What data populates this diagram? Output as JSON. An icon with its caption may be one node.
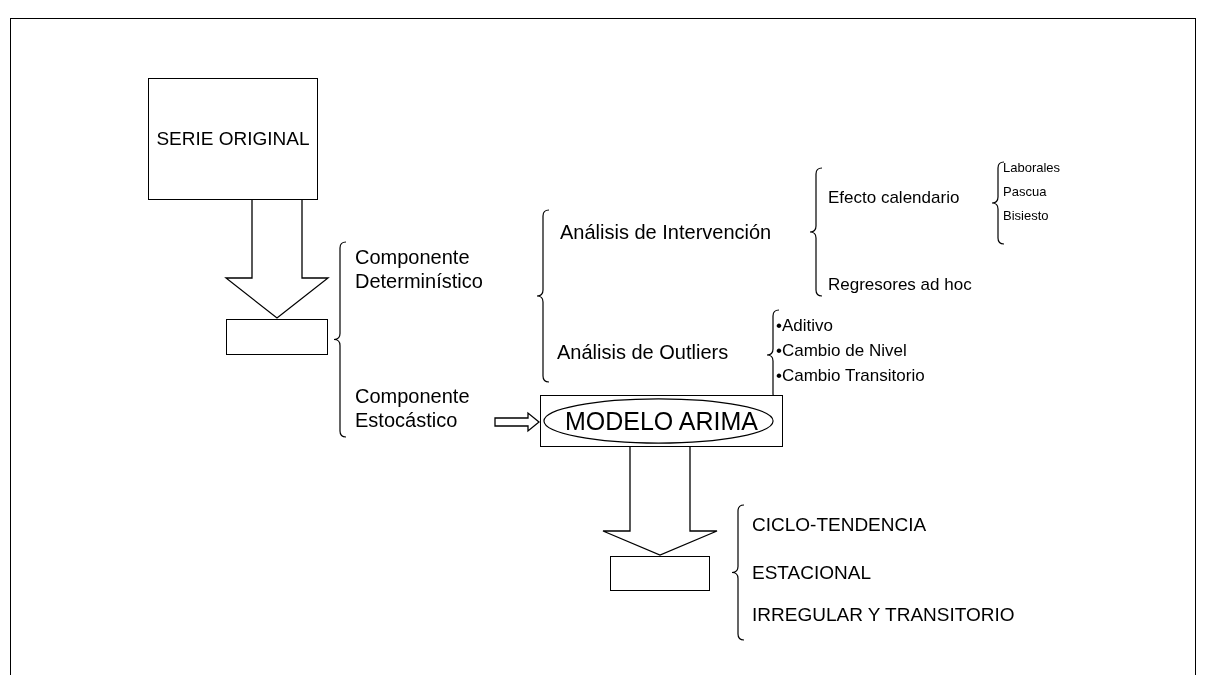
{
  "diagram": {
    "nodes": [
      {
        "text": [
          "SERIE ORIGINAL"
        ]
      },
      {
        "text": [],
        "shape": "box"
      },
      {
        "text": [
          "Componente Estocástico"
        ]
      },
      {
        "text": [
          "MODELO ARIMA"
        ]
      },
      {
        "text": [],
        "shape": "box"
      }
    ],
    "edges": [
      {
        "from": 0,
        "to": 1,
        "arrow": "to"
      },
      {
        "from": 2,
        "to": 3,
        "arrow": "to"
      },
      {
        "from": 3,
        "to": 4,
        "arrow": "to"
      }
    ],
    "labels": [
      "Componente Determinístico",
      "Análisis de Intervención",
      "Efecto calendario",
      "Laborales",
      "Pascua",
      "Bisiesto",
      "Regresores ad hoc",
      "Análisis de Outliers",
      "•Aditivo",
      "•Cambio de Nivel",
      "•Cambio Transitorio",
      "CICLO-TENDENCIA",
      "ESTACIONAL",
      "IRREGULAR Y TRANSITORIO"
    ]
  }
}
